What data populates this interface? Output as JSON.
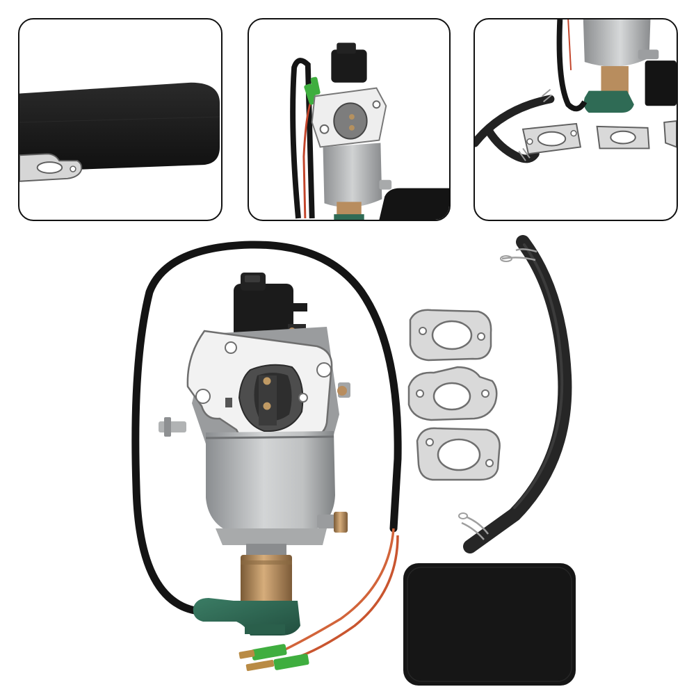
{
  "page": {
    "background": "#ffffff",
    "frame_border_color": "#111111"
  },
  "thumbnails": [
    {
      "id": "thumb-1",
      "subject": "air-filter-foam-and-gasket-closeup"
    },
    {
      "id": "thumb-2",
      "subject": "carburetor-side-view-closeup"
    },
    {
      "id": "thumb-3",
      "subject": "fuel-hose-and-gaskets-closeup"
    }
  ],
  "main_photo": {
    "parts": [
      "carburetor-assembly",
      "fuel-shutoff-solenoid",
      "solenoid-wire-loop",
      "lead-wires",
      "mounting-gasket",
      "fuel-hose",
      "hose-clamp",
      "air-filter-foam-pad"
    ],
    "gasket_count": 3,
    "hose_clamp_count": 2
  },
  "colors": {
    "foam_black": "#161616",
    "gasket_grey": "#d9d9d9",
    "gasket_outline": "#6f6f6f",
    "carb_body_silver": "#c3c5c6",
    "carb_plate_white": "#f2f2f2",
    "solenoid_brass": "#b88d5e",
    "boot_green": "#2f6b55",
    "wire_orange": "#d2643a",
    "connector_green": "#3fae3f",
    "hose_black": "#2a2a2a"
  }
}
